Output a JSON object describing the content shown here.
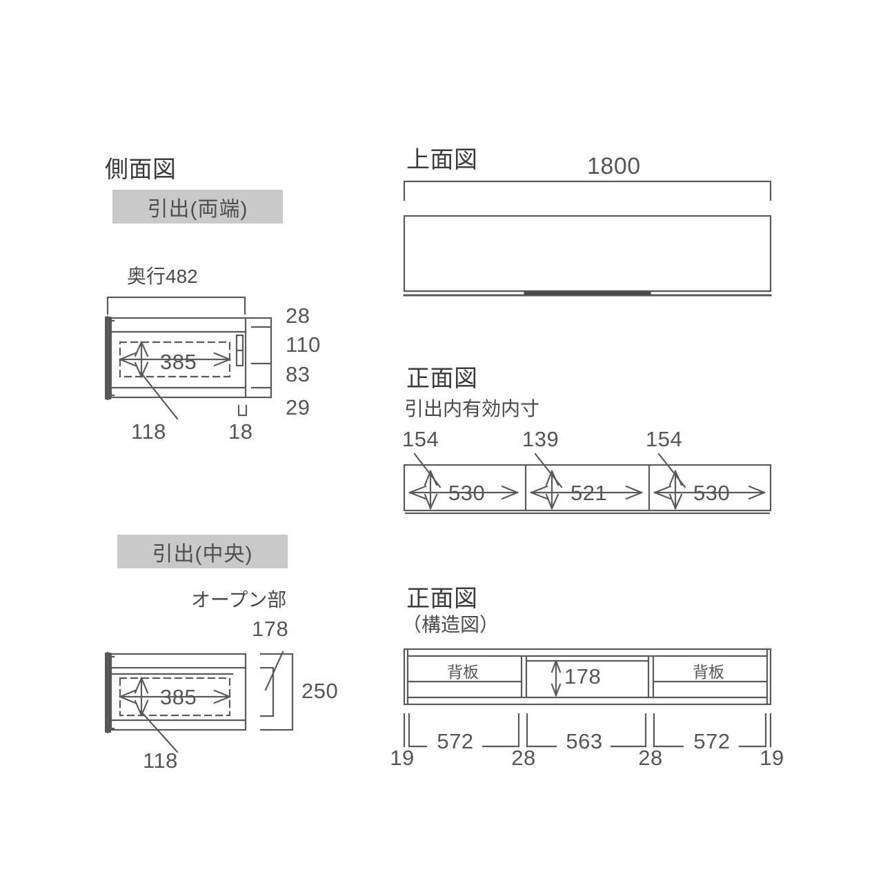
{
  "sheet": {
    "background": "#ffffff",
    "line_color": "#5a5a5a",
    "text_color": "#4a4a4a",
    "band_color": "#c9c9c9"
  },
  "side_view": {
    "title": "側面図",
    "top_band": "引出(両端)",
    "bottom_band": "引出(中央)",
    "depth_label": "奥行482",
    "drawer_top": {
      "inner_width": "385",
      "inner_height": "118",
      "bottom_thickness": "18",
      "stack": [
        "28",
        "110",
        "83",
        "29"
      ]
    },
    "drawer_center": {
      "open_label": "オープン部",
      "open_height": "178",
      "total_height": "250",
      "inner_width": "385",
      "inner_height": "118"
    }
  },
  "top_view": {
    "title": "上面図",
    "width": "1800"
  },
  "front_view": {
    "title": "正面図",
    "subtitle": "引出内有効内寸",
    "compartments": [
      {
        "width": "530",
        "height": "154"
      },
      {
        "width": "521",
        "height": "139"
      },
      {
        "width": "530",
        "height": "154"
      }
    ]
  },
  "structure_view": {
    "title": "正面図",
    "subtitle": "（構造図）",
    "back_panel_label": "背板",
    "open_height": "178",
    "bottom_dims": [
      "19",
      "572",
      "28",
      "563",
      "28",
      "572",
      "19"
    ]
  }
}
